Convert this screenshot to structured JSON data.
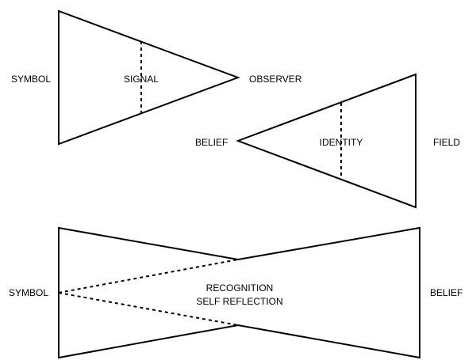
{
  "diagram_1": {
    "left_label": "SYMBOL",
    "center_label": "SIGNAL",
    "right_label": "OBSERVER"
  },
  "diagram_2": {
    "left_label": "BELIEF",
    "center_label": "IDENTITY",
    "right_label": "FIELD"
  },
  "diagram_3": {
    "left_label": "SYMBOL",
    "center_line_1": "RECOGNITION",
    "center_line_2": "SELF REFLECTION",
    "right_label": "BELIEF"
  }
}
